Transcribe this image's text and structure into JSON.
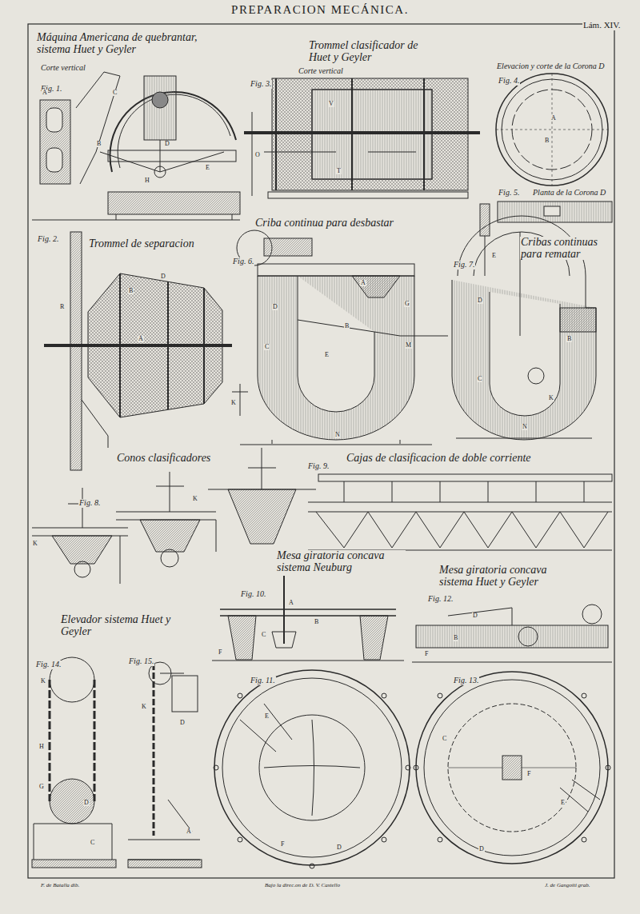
{
  "diagram": {
    "title": "PREPARACION MECÁNICA.",
    "labels": [
      "Lám. XIV.",
      "Máquina Americana de quebrantar, sistema Huet y Geyler",
      "Corte vertical",
      "Fig. 1.",
      "Trommel clasificador de Huet y Geyler",
      "Corte vertical",
      "Fig. 3.",
      "Elevacion y corte de la Corona D",
      "Fig. 4.",
      "Fig. 5.",
      "Planta de la Corona D",
      "Fig. 2.",
      "Trommel de separacion",
      "Criba continua para desbastar",
      "Fig. 6.",
      "Cribas continuas para rematar",
      "Fig. 7.",
      "Conos clasificadores",
      "Fig. 8.",
      "Cajas de clasificacion de doble corriente",
      "Fig. 9.",
      "Mesa giratoria concava sistema Neuburg",
      "Fig. 10.",
      "Mesa giratoria concava sistema Huet y Geyler",
      "Fig. 12.",
      "Elevador sistema Huet y Geyler",
      "Fig. 14.",
      "Fig. 15.",
      "Fig. 11.",
      "Fig. 13.",
      "F. de Batalla dib.",
      "Bajo la direc.on de D. V. Castello",
      "J. de Gangoiti grab.",
      "A",
      "B",
      "C",
      "D",
      "H",
      "E",
      "V",
      "T",
      "O",
      "B",
      "A",
      "R",
      "B",
      "D",
      "A",
      "A",
      "G",
      "B",
      "C",
      "D",
      "E",
      "M",
      "N",
      "K",
      "B",
      "C",
      "D",
      "E",
      "K",
      "N",
      "K",
      "K",
      "A",
      "B",
      "C",
      "F",
      "D",
      "B",
      "F",
      "K",
      "H",
      "G",
      "D",
      "C",
      "D",
      "K",
      "A",
      "E",
      "D",
      "F",
      "E",
      "F",
      "D",
      "C"
    ]
  }
}
